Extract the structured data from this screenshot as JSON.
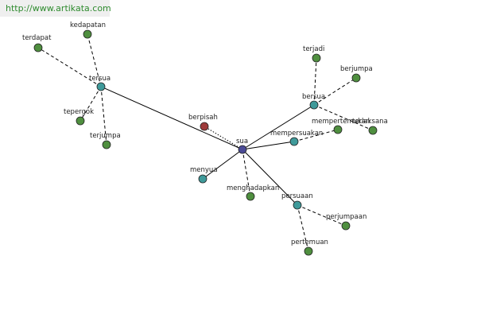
{
  "watermark": "http://www.artikata.com",
  "colors": {
    "root": "#4a4a96",
    "hub": "#3f9a9a",
    "leaf": "#4f8f3f",
    "antonym": "#9e3b3b"
  },
  "nodes": [
    {
      "id": "sua",
      "label": "sua",
      "kind": "root"
    },
    {
      "id": "bersua",
      "label": "bersua",
      "kind": "hub"
    },
    {
      "id": "tersua",
      "label": "tersua",
      "kind": "hub"
    },
    {
      "id": "persuaan",
      "label": "persuaan",
      "kind": "hub"
    },
    {
      "id": "mempersuakan",
      "label": "mempersuakan",
      "kind": "hub"
    },
    {
      "id": "menyua",
      "label": "menyua",
      "kind": "hub"
    },
    {
      "id": "menghadapkan",
      "label": "menghadapkan",
      "kind": "leaf"
    },
    {
      "id": "berpisah",
      "label": "berpisah",
      "kind": "antonym"
    },
    {
      "id": "terdapat",
      "label": "terdapat",
      "kind": "leaf"
    },
    {
      "id": "kedapatan",
      "label": "kedapatan",
      "kind": "leaf"
    },
    {
      "id": "tepergok",
      "label": "tepergok",
      "kind": "leaf"
    },
    {
      "id": "terjumpa",
      "label": "terjumpa",
      "kind": "leaf"
    },
    {
      "id": "terjadi",
      "label": "terjadi",
      "kind": "leaf"
    },
    {
      "id": "berjumpa",
      "label": "berjumpa",
      "kind": "leaf"
    },
    {
      "id": "mempertemukan",
      "label": "mempertemukan",
      "kind": "leaf"
    },
    {
      "id": "terlaksana",
      "label": "terlaksana",
      "kind": "leaf"
    },
    {
      "id": "perjumpaan",
      "label": "perjumpaan",
      "kind": "leaf"
    },
    {
      "id": "pertemuan",
      "label": "pertemuan",
      "kind": "leaf"
    }
  ],
  "edges": [
    {
      "from": "sua",
      "to": "tersua",
      "style": "solid"
    },
    {
      "from": "sua",
      "to": "bersua",
      "style": "solid"
    },
    {
      "from": "sua",
      "to": "persuaan",
      "style": "solid"
    },
    {
      "from": "sua",
      "to": "mempersuakan",
      "style": "solid"
    },
    {
      "from": "sua",
      "to": "menyua",
      "style": "solid"
    },
    {
      "from": "sua",
      "to": "menghadapkan",
      "style": "dashed"
    },
    {
      "from": "sua",
      "to": "berpisah",
      "style": "dotted"
    },
    {
      "from": "tersua",
      "to": "terdapat",
      "style": "dashed"
    },
    {
      "from": "tersua",
      "to": "kedapatan",
      "style": "dashed"
    },
    {
      "from": "tersua",
      "to": "tepergok",
      "style": "dashed"
    },
    {
      "from": "tersua",
      "to": "terjumpa",
      "style": "dashed"
    },
    {
      "from": "bersua",
      "to": "terjadi",
      "style": "dashed"
    },
    {
      "from": "bersua",
      "to": "berjumpa",
      "style": "dashed"
    },
    {
      "from": "bersua",
      "to": "terlaksana",
      "style": "dashed"
    },
    {
      "from": "mempersuakan",
      "to": "mempertemukan",
      "style": "dashed"
    },
    {
      "from": "persuaan",
      "to": "perjumpaan",
      "style": "dashed"
    },
    {
      "from": "persuaan",
      "to": "pertemuan",
      "style": "dashed"
    }
  ]
}
